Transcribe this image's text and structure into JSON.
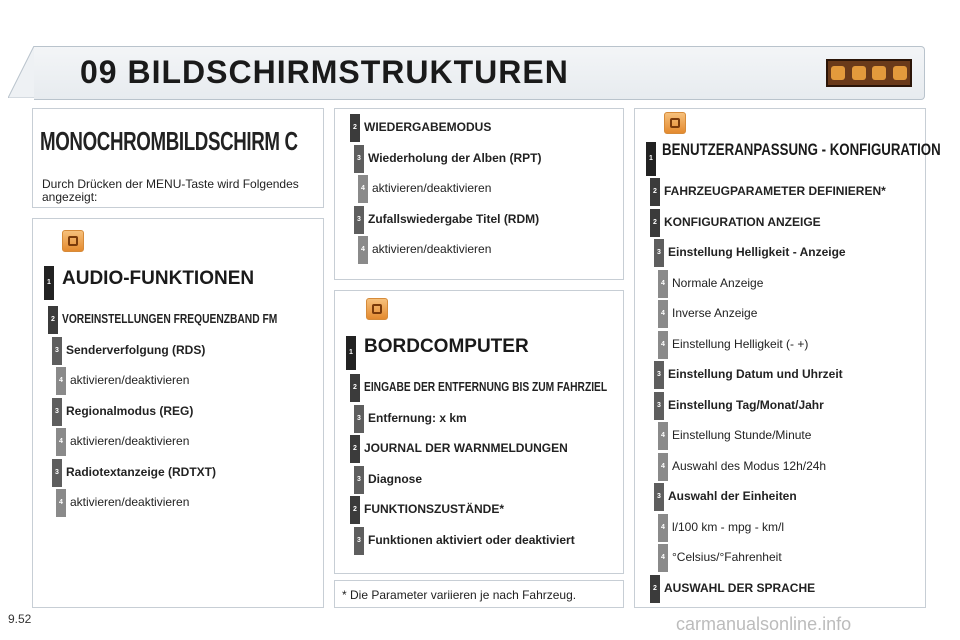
{
  "header": {
    "title": "09 BILDSCHIRMSTRUKTUREN"
  },
  "mono": {
    "title": "MONOCHROMBILDSCHIRM C",
    "text": "Durch Drücken der MENU-Taste wird Folgendes angezeigt:"
  },
  "audio": {
    "title": "AUDIO-FUNKTIONEN",
    "items": [
      {
        "level": "2",
        "label": "VOREINSTELLUNGEN FREQUENZBAND FM"
      },
      {
        "level": "3",
        "label": "Senderverfolgung (RDS)"
      },
      {
        "level": "4",
        "label": "aktivieren/deaktivieren"
      },
      {
        "level": "3",
        "label": "Regionalmodus (REG)"
      },
      {
        "level": "4",
        "label": "aktivieren/deaktivieren"
      },
      {
        "level": "3",
        "label": "Radiotextanzeige (RDTXT)"
      },
      {
        "level": "4",
        "label": "aktivieren/deaktivieren"
      }
    ]
  },
  "wiedergabe": {
    "items": [
      {
        "level": "2",
        "label": "WIEDERGABEMODUS"
      },
      {
        "level": "3",
        "label": "Wiederholung der Alben (RPT)"
      },
      {
        "level": "4",
        "label": "aktivieren/deaktivieren"
      },
      {
        "level": "3",
        "label": "Zufallswiedergabe Titel (RDM)"
      },
      {
        "level": "4",
        "label": "aktivieren/deaktivieren"
      }
    ]
  },
  "bord": {
    "title": "BORDCOMPUTER",
    "items": [
      {
        "level": "2",
        "label": "EINGABE DER ENTFERNUNG BIS ZUM FAHRZIEL"
      },
      {
        "level": "3",
        "label": "Entfernung: x km"
      },
      {
        "level": "2",
        "label": "JOURNAL DER WARNMELDUNGEN"
      },
      {
        "level": "3",
        "label": "Diagnose"
      },
      {
        "level": "2",
        "label": "FUNKTIONSZUSTÄNDE*"
      },
      {
        "level": "3",
        "label": "Funktionen aktiviert oder deaktiviert"
      }
    ]
  },
  "footnote": "* Die Parameter variieren je nach Fahrzeug.",
  "config": {
    "title": "BENUTZERANPASSUNG - KONFIGURATION",
    "items": [
      {
        "level": "2",
        "label": "FAHRZEUGPARAMETER DEFINIEREN*"
      },
      {
        "level": "2",
        "label": "KONFIGURATION ANZEIGE"
      },
      {
        "level": "3",
        "label": "Einstellung Helligkeit - Anzeige"
      },
      {
        "level": "4",
        "label": "Normale Anzeige"
      },
      {
        "level": "4",
        "label": "Inverse Anzeige"
      },
      {
        "level": "4",
        "label": "Einstellung Helligkeit (- +)"
      },
      {
        "level": "3",
        "label": "Einstellung Datum und Uhrzeit"
      },
      {
        "level": "3",
        "label": "Einstellung Tag/Monat/Jahr"
      },
      {
        "level": "4",
        "label": "Einstellung Stunde/Minute"
      },
      {
        "level": "4",
        "label": "Auswahl des Modus 12h/24h"
      },
      {
        "level": "3",
        "label": "Auswahl der Einheiten"
      },
      {
        "level": "4",
        "label": "l/100 km - mpg - km/l"
      },
      {
        "level": "4",
        "label": "°Celsius/°Fahrenheit"
      },
      {
        "level": "2",
        "label": "AUSWAHL DER SPRACHE"
      }
    ]
  },
  "level_one": "1",
  "page_number": "9.52",
  "watermark": "carmanualsonline.info"
}
